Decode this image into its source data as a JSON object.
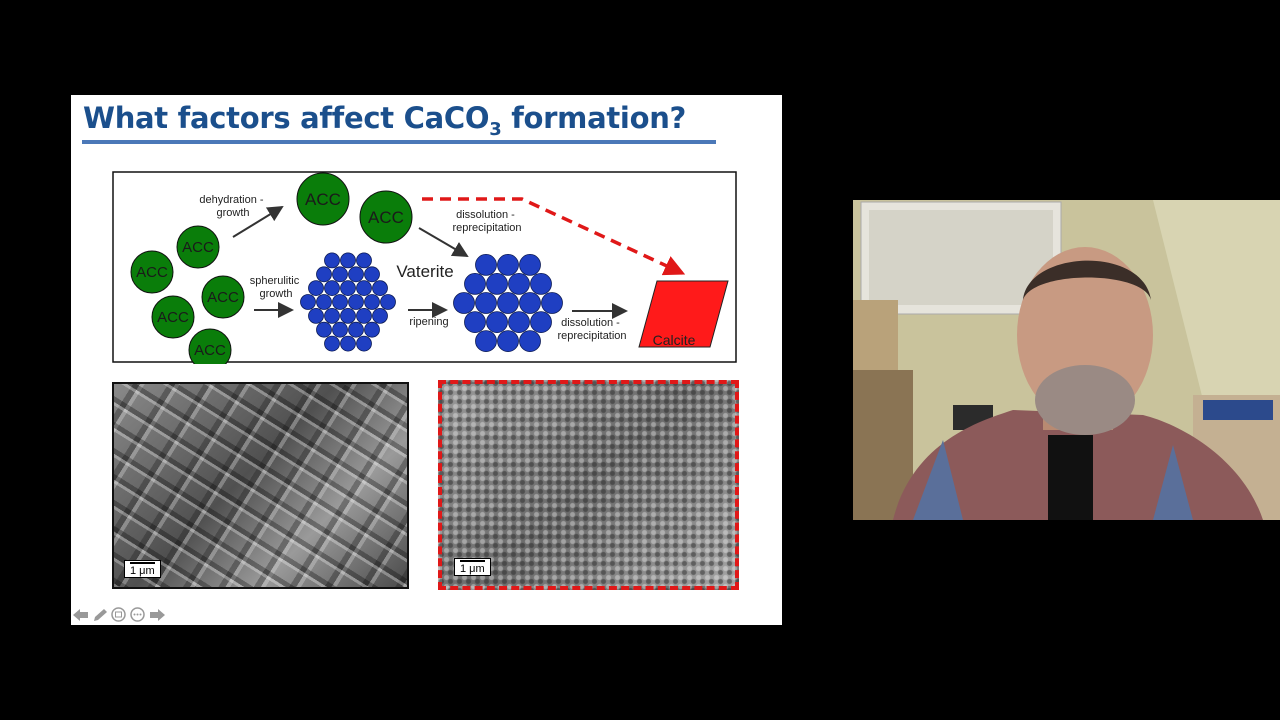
{
  "slide": {
    "title_prefix": "What factors affect CaCO",
    "title_subscript": "3",
    "title_suffix": " formation?"
  },
  "diagram": {
    "acc_label": "ACC",
    "dehydration_growth": [
      "dehydration -",
      "growth"
    ],
    "spherulitic_growth": [
      "spherulitic",
      "growth"
    ],
    "vaterite": "Vaterite",
    "ripening": "ripening",
    "dissolution_reprecipitation_top": [
      "dissolution -",
      "reprecipitation"
    ],
    "dissolution_reprecipitation_bottom": [
      "dissolution -",
      "reprecipitation"
    ],
    "calcite": "Calcite",
    "colors": {
      "acc": "#0a7d0a",
      "vaterite": "#1f3fc2",
      "calcite": "#ff1a1a",
      "dashed_arrow": "#e01818"
    }
  },
  "sem_left": {
    "scale": "1 μm"
  },
  "sem_right": {
    "scale": "1 μm"
  },
  "nav_icons": [
    "arrow-left-icon",
    "pen-icon",
    "slide-grid-icon",
    "more-options-icon",
    "arrow-right-icon"
  ]
}
